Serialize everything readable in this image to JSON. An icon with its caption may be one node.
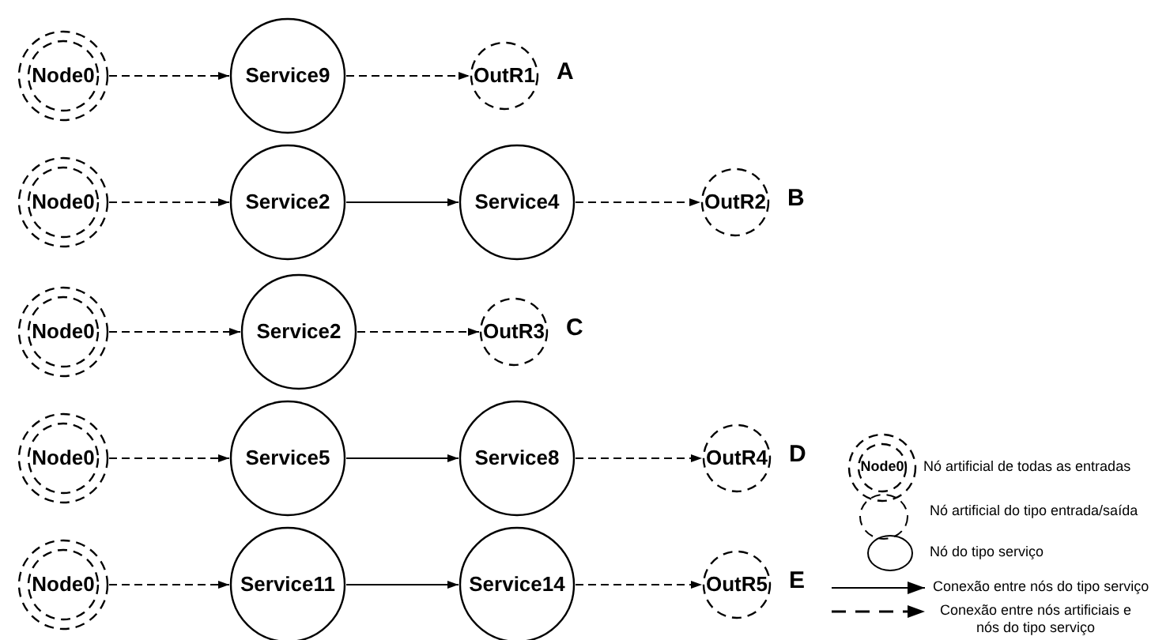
{
  "diagram": {
    "nodes": [
      {
        "text": [
          "Node0"
        ]
      },
      {
        "text": [
          "Service9"
        ]
      },
      {
        "text": [
          "OutR1"
        ],
        "beside": [
          "A"
        ]
      },
      {
        "text": [
          "Node0"
        ]
      },
      {
        "text": [
          "Service2"
        ]
      },
      {
        "text": [
          "Service4"
        ]
      },
      {
        "text": [
          "OutR2"
        ],
        "beside": [
          "B"
        ]
      },
      {
        "text": [
          "Node0"
        ]
      },
      {
        "text": [
          "Service2"
        ]
      },
      {
        "text": [
          "OutR3"
        ],
        "beside": [
          "C"
        ]
      },
      {
        "text": [
          "Node0"
        ]
      },
      {
        "text": [
          "Service5"
        ]
      },
      {
        "text": [
          "Service8"
        ]
      },
      {
        "text": [
          "OutR4"
        ],
        "beside": [
          "D"
        ]
      },
      {
        "text": [
          "Node0"
        ]
      },
      {
        "text": [
          "Service11"
        ]
      },
      {
        "text": [
          "Service14"
        ]
      },
      {
        "text": [
          "OutR5"
        ],
        "beside": [
          "E"
        ]
      },
      {
        "text": [
          "Node0"
        ]
      }
    ],
    "edges": [
      {
        "from": 0,
        "to": 1,
        "arrow": "to",
        "style": "dashed"
      },
      {
        "from": 1,
        "to": 2,
        "arrow": "to",
        "style": "dashed"
      },
      {
        "from": 3,
        "to": 4,
        "arrow": "to",
        "style": "dashed"
      },
      {
        "from": 4,
        "to": 5,
        "arrow": "to"
      },
      {
        "from": 5,
        "to": 6,
        "arrow": "to",
        "style": "dashed"
      },
      {
        "from": 7,
        "to": 8,
        "arrow": "to",
        "style": "dashed"
      },
      {
        "from": 8,
        "to": 9,
        "arrow": "to",
        "style": "dashed"
      },
      {
        "from": 10,
        "to": 11,
        "arrow": "to",
        "style": "dashed"
      },
      {
        "from": 11,
        "to": 12,
        "arrow": "to"
      },
      {
        "from": 12,
        "to": 13,
        "arrow": "to",
        "style": "dashed"
      },
      {
        "from": 14,
        "to": 15,
        "arrow": "to",
        "style": "dashed"
      },
      {
        "from": 15,
        "to": 16,
        "arrow": "to"
      },
      {
        "from": 16,
        "to": 17,
        "arrow": "to",
        "style": "dashed"
      }
    ],
    "legend": [
      {
        "text": "Nó artificial de todas as entradas"
      },
      {
        "text": "Nó artificial do tipo entrada/saída"
      },
      {
        "text": "Nó do tipo serviço"
      },
      {
        "text": "Conexão entre nós do tipo serviço"
      },
      {
        "text": "Conexão entre nós artificiais e nós do tipo serviço"
      }
    ]
  }
}
